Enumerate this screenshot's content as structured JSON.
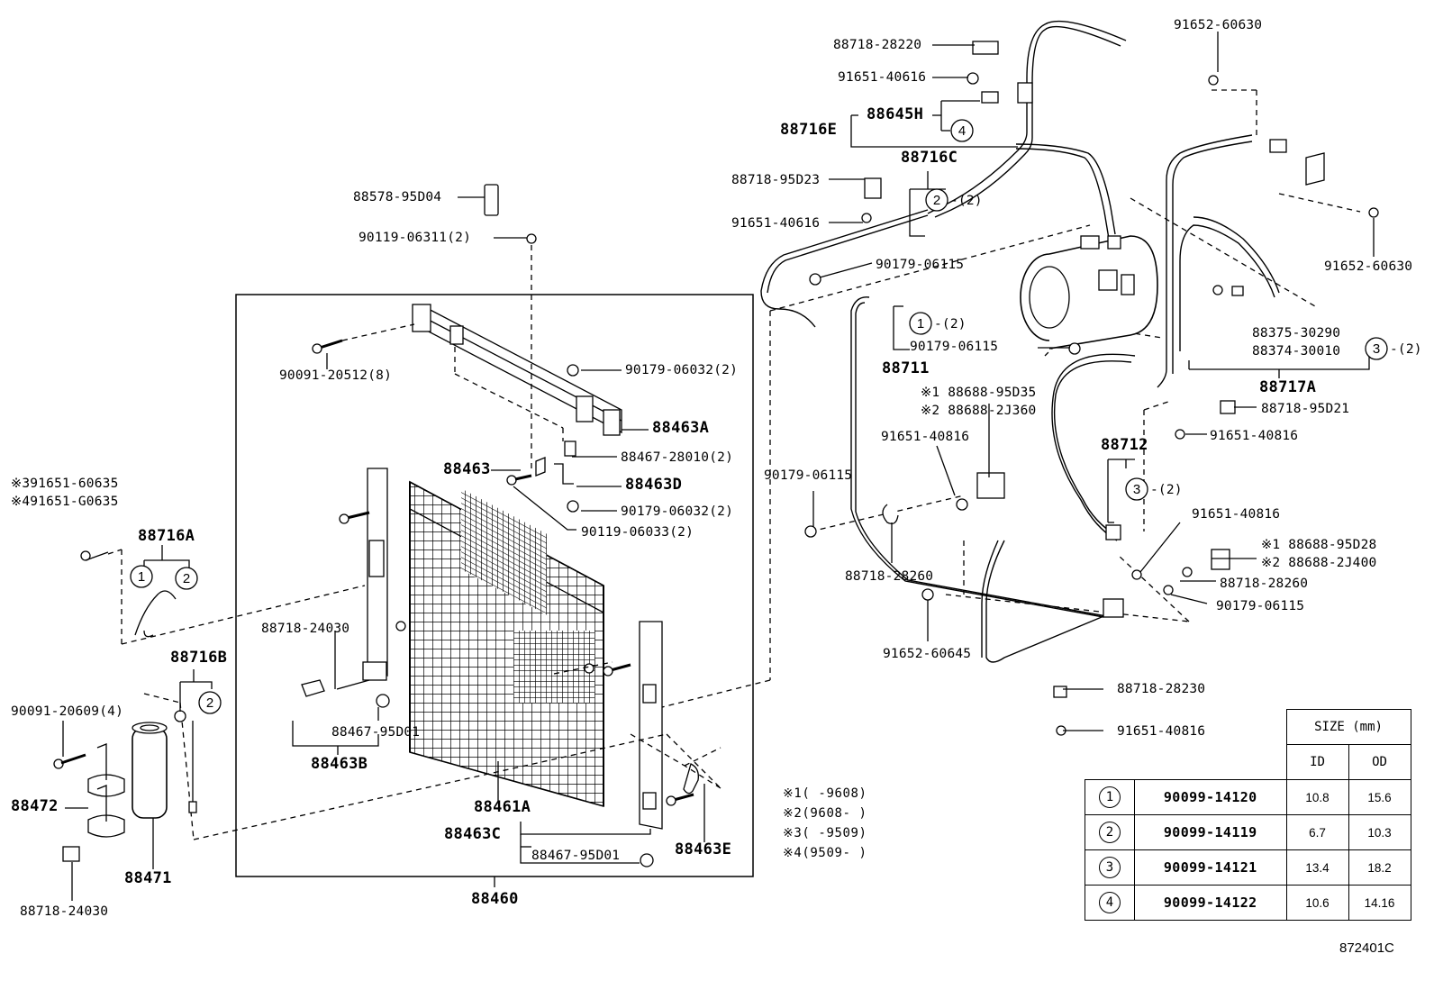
{
  "labels": {
    "l_88718_28220": "88718-28220",
    "l_91651_40616a": "91651-40616",
    "l_88645H": "88645H",
    "l_88716E": "88716E",
    "l_88716C": "88716C",
    "l_88718_95D23": "88718-95D23",
    "l_91651_40616b": "91651-40616",
    "l_88578_95D04": "88578-95D04",
    "l_90119_06311": "90119-06311(2)",
    "l_90179_06115a": "90179-06115",
    "l_90091_20512": "90091-20512(8)",
    "l_90179_06032a": "90179-06032(2)",
    "l_88463A": "88463A",
    "l_88467_28010": "88467-28010(2)",
    "l_88463": "88463",
    "l_88463D": "88463D",
    "l_90179_06032b": "90179-06032(2)",
    "l_90119_06033": "90119-06033(2)",
    "l_88711": "88711",
    "l_90179_06115b": "90179-06115",
    "l_88688_95D35": "※1 88688-95D35",
    "l_88688_2J360": "※2 88688-2J360",
    "l_91651_40816a": "91651-40816",
    "l_90179_06115c": "90179-06115",
    "l_88718_28260a": "88718-28260",
    "l_91652_60645": "91652-60645",
    "l_91652_60630a": "91652-60630",
    "l_91652_60630b": "91652-60630",
    "l_88375_30290": "88375-30290",
    "l_88374_30010": "88374-30010",
    "l_88717A": "88717A",
    "l_88718_95D21": "88718-95D21",
    "l_91651_40816b": "91651-40816",
    "l_88712": "88712",
    "l_91651_40816c": "91651-40816",
    "l_88688_95D28": "※1 88688-95D28",
    "l_88688_2J400": "※2 88688-2J400",
    "l_88718_28260b": "88718-28260",
    "l_90179_06115d": "90179-06115",
    "l_88718_28230": "88718-28230",
    "l_91651_40816d": "91651-40816",
    "l_91651_60635": "※391651-60635",
    "l_91651_G0635": "※491651-G0635",
    "l_88716A": "88716A",
    "l_88716B": "88716B",
    "l_90091_20609": "90091-20609(4)",
    "l_88472": "88472",
    "l_88471": "88471",
    "l_88718_24030a": "88718-24030",
    "l_88718_24030b": "88718-24030",
    "l_88467_95D01a": "88467-95D01",
    "l_88463B": "88463B",
    "l_88461A": "88461A",
    "l_88463C": "88463C",
    "l_88467_95D01b": "88467-95D01",
    "l_88463E": "88463E",
    "l_88460": "88460",
    "qty2a": "-(2)",
    "qty1": "-(2)",
    "qty3": "-(2)",
    "qty2b": "-(2)"
  },
  "callouts": {
    "c4": "4",
    "c2a": "2",
    "c1": "1",
    "c3": "3",
    "c3b": "3",
    "c1A": "1",
    "c2A": "2",
    "c2B": "2"
  },
  "notes": [
    "※1(     -9608)",
    "※2(9608-     )",
    "※3(     -9509)",
    "※4(9509-     )"
  ],
  "size_table": {
    "header": "SIZE (mm)",
    "col_id": "ID",
    "col_od": "OD",
    "rows": [
      {
        "ref": "1",
        "part": "90099-14120",
        "id": "10.8",
        "od": "15.6"
      },
      {
        "ref": "2",
        "part": "90099-14119",
        "id": "6.7",
        "od": "10.3"
      },
      {
        "ref": "3",
        "part": "90099-14121",
        "id": "13.4",
        "od": "18.2"
      },
      {
        "ref": "4",
        "part": "90099-14122",
        "id": "10.6",
        "od": "14.16"
      }
    ]
  },
  "figure_id": "872401C"
}
